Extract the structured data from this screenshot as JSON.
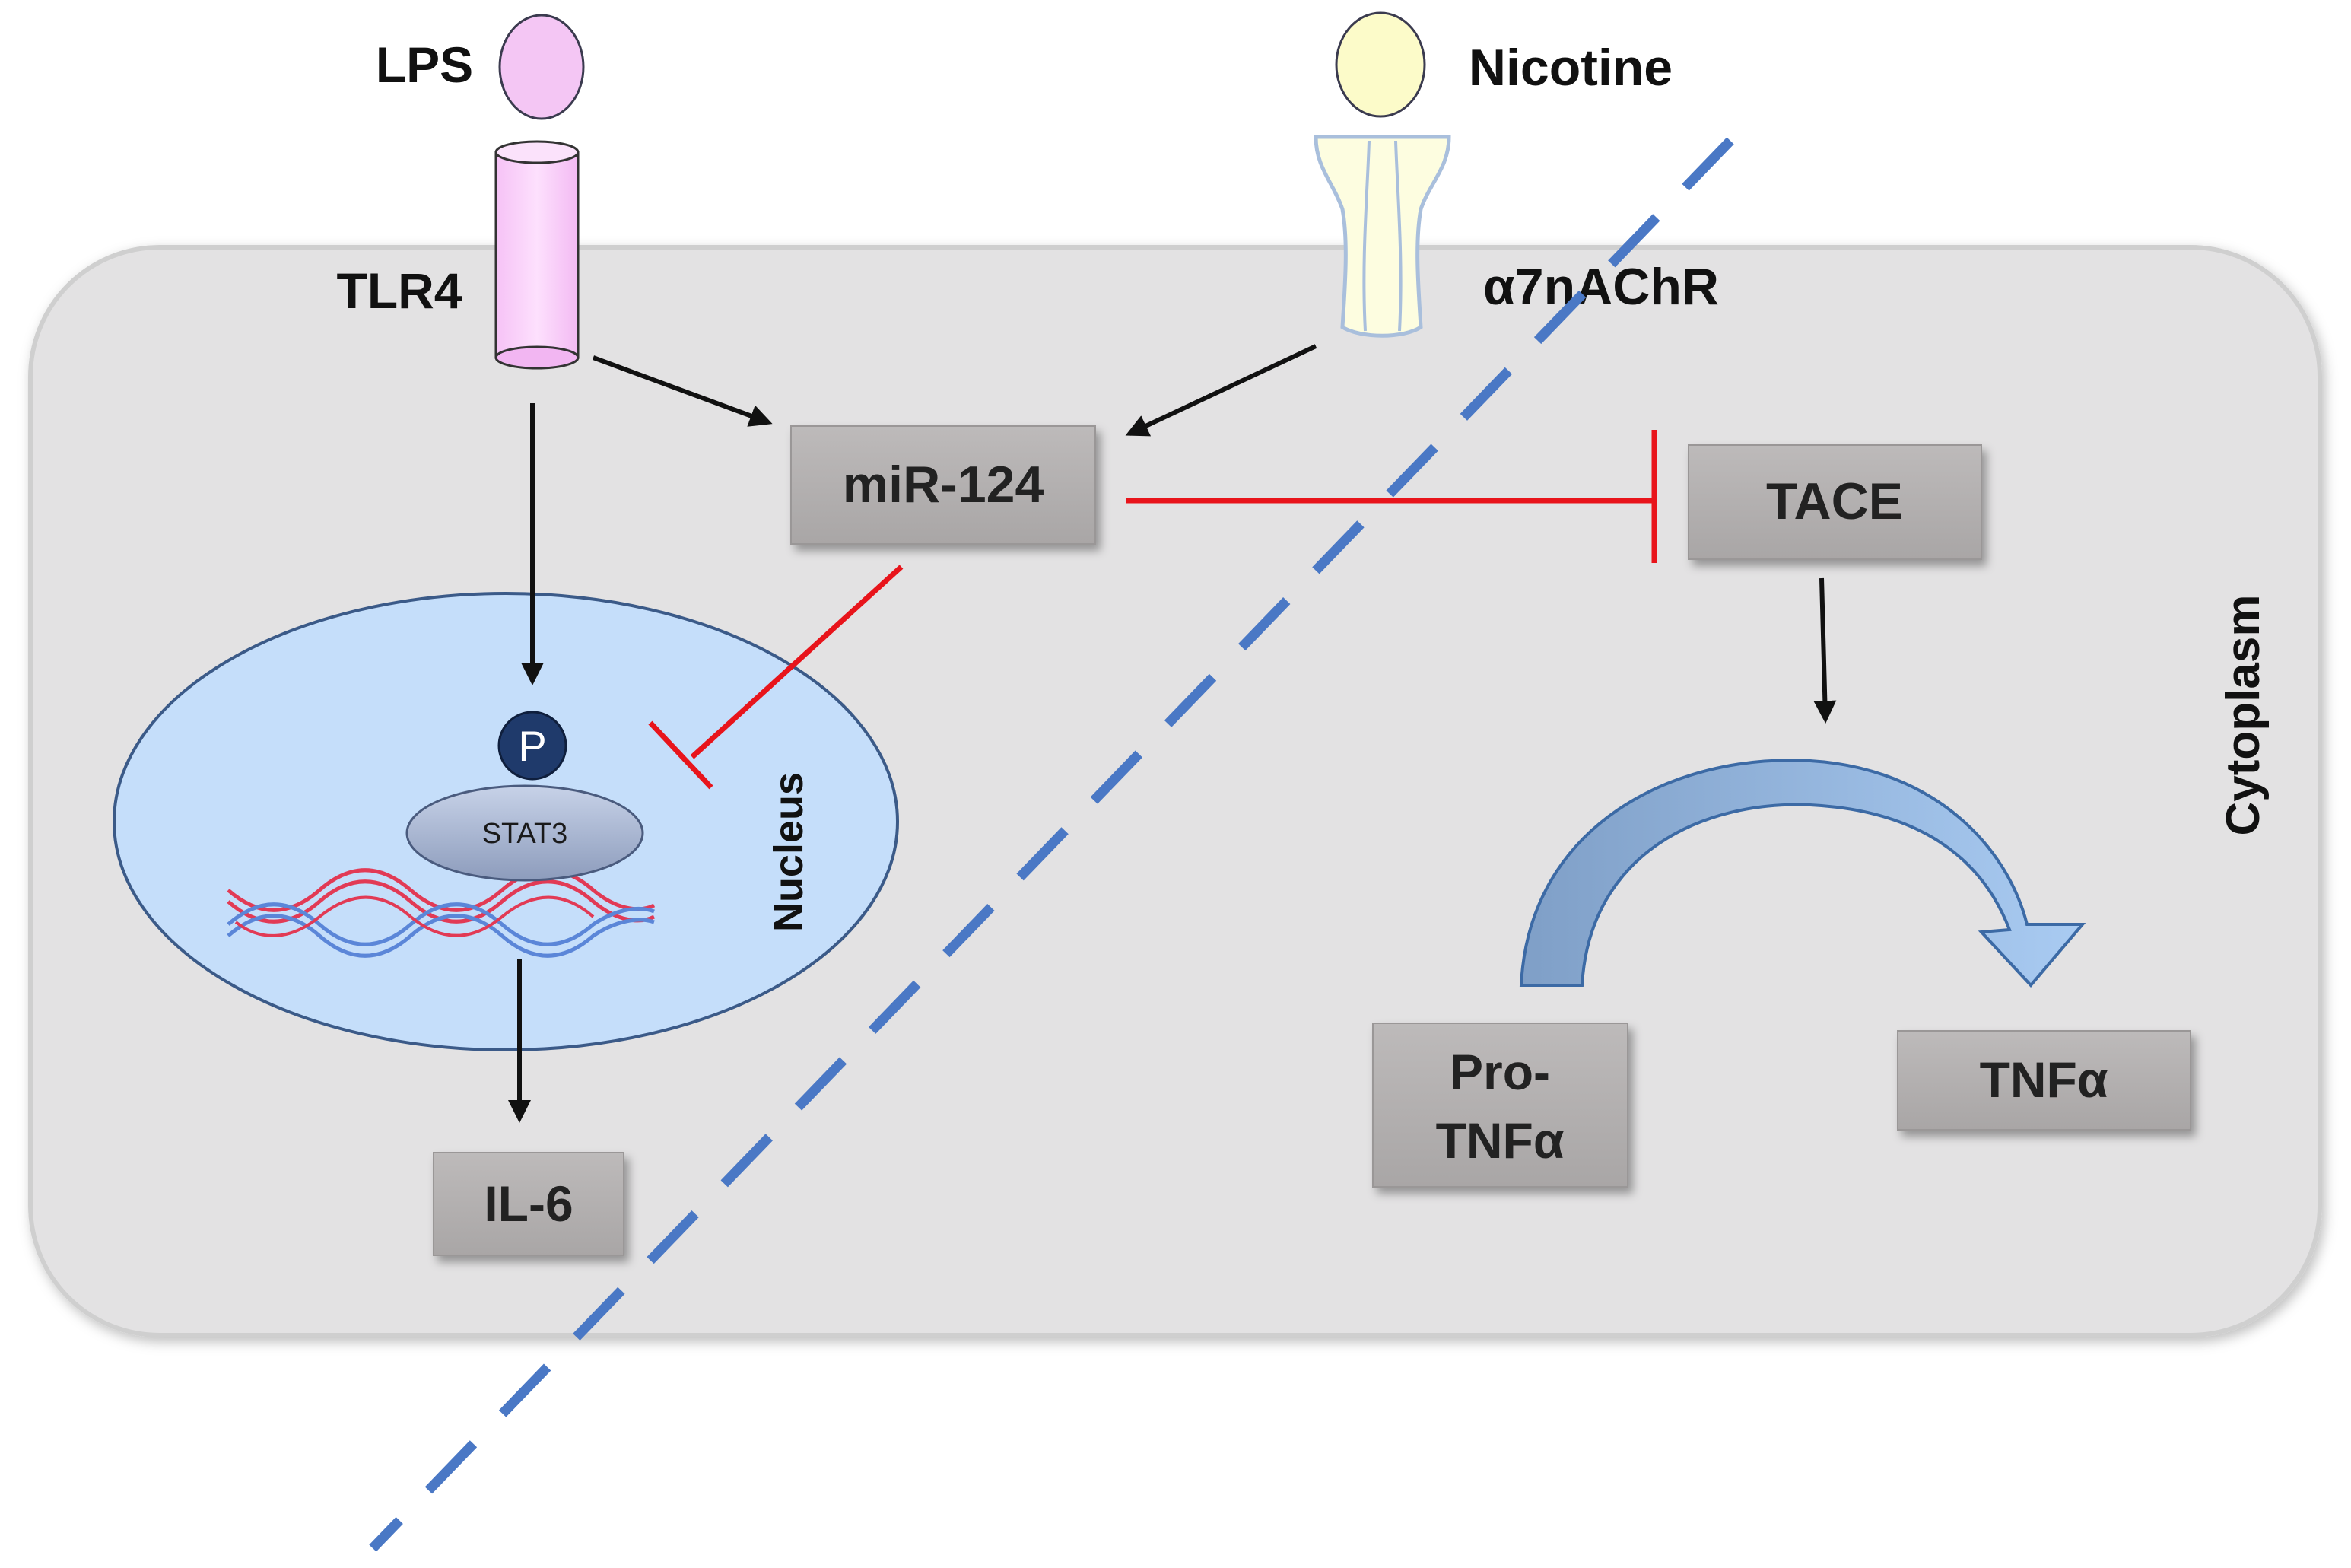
{
  "labels": {
    "lps": "LPS",
    "nicotine": "Nicotine",
    "tlr4": "TLR4",
    "a7nachr": "α7nAChR",
    "mir124": "miR-124",
    "tace": "TACE",
    "cytoplasm": "Cytoplasm",
    "nucleus": "Nucleus",
    "phospho": "P",
    "stat3": "STAT3",
    "il6": "IL-6",
    "pro_tnf_line1": "Pro-",
    "pro_tnf_line2": "TNFα",
    "tnf": "TNFα"
  },
  "colors": {
    "cell_fill": "#e3e2e3",
    "cell_stroke": "#cfcfcf",
    "box_fill": "#b6b3b3",
    "nucleus_fill": "#c5defa",
    "nucleus_stroke": "#3b5a88",
    "lps_fill": "#f4c6f4",
    "tlr4_fill": "#f9cdf9",
    "nicotine_fill": "#fcfbc9",
    "receptor_fill": "#fdfde0",
    "receptor_stroke": "#a9bfdc",
    "stat3_fill": "#a9b6d2",
    "phospho_fill": "#1f3a6b",
    "inhibit_red": "#e8141b",
    "dashed_blue": "#4a78c5",
    "dna_red": "#e23a55",
    "dna_blue": "#5b86d8",
    "conversion_arrow": "#8fb3df"
  },
  "icons": {
    "lps": "circle-ligand-icon",
    "nicotine": "circle-ligand-icon",
    "tlr4": "cylinder-receptor-icon",
    "a7nachr": "channel-receptor-icon",
    "dna": "dna-double-helix-icon",
    "conversion": "curved-arrow-icon"
  }
}
